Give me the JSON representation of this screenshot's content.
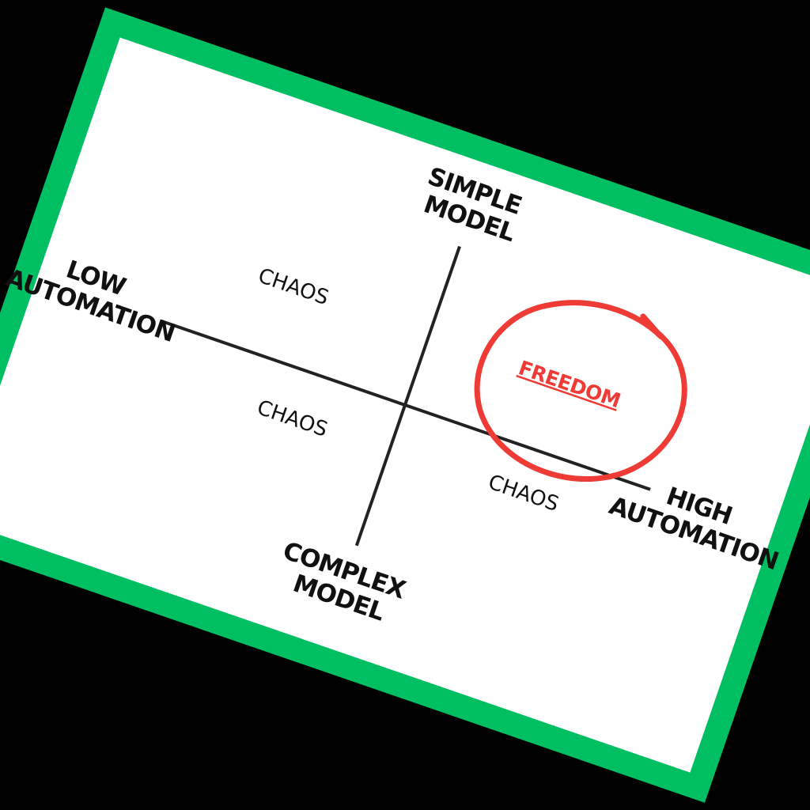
{
  "diagram": {
    "axes": {
      "top": [
        "SIMPLE",
        "MODEL"
      ],
      "bottom": [
        "COMPLEX",
        "MODEL"
      ],
      "left": [
        "LOW",
        "AUTOMATION"
      ],
      "right": [
        "HIGH",
        "AUTOMATION"
      ]
    },
    "quadrants": {
      "top_left": "CHAOS",
      "bottom_left": "CHAOS",
      "bottom_right": "CHAOS",
      "top_right": "FREEDOM"
    },
    "colors": {
      "frame": "#00bf63",
      "card": "#ffffff",
      "background": "#000000",
      "axis": "#222222",
      "text": "#111111",
      "highlight": "#ef3b36"
    }
  }
}
